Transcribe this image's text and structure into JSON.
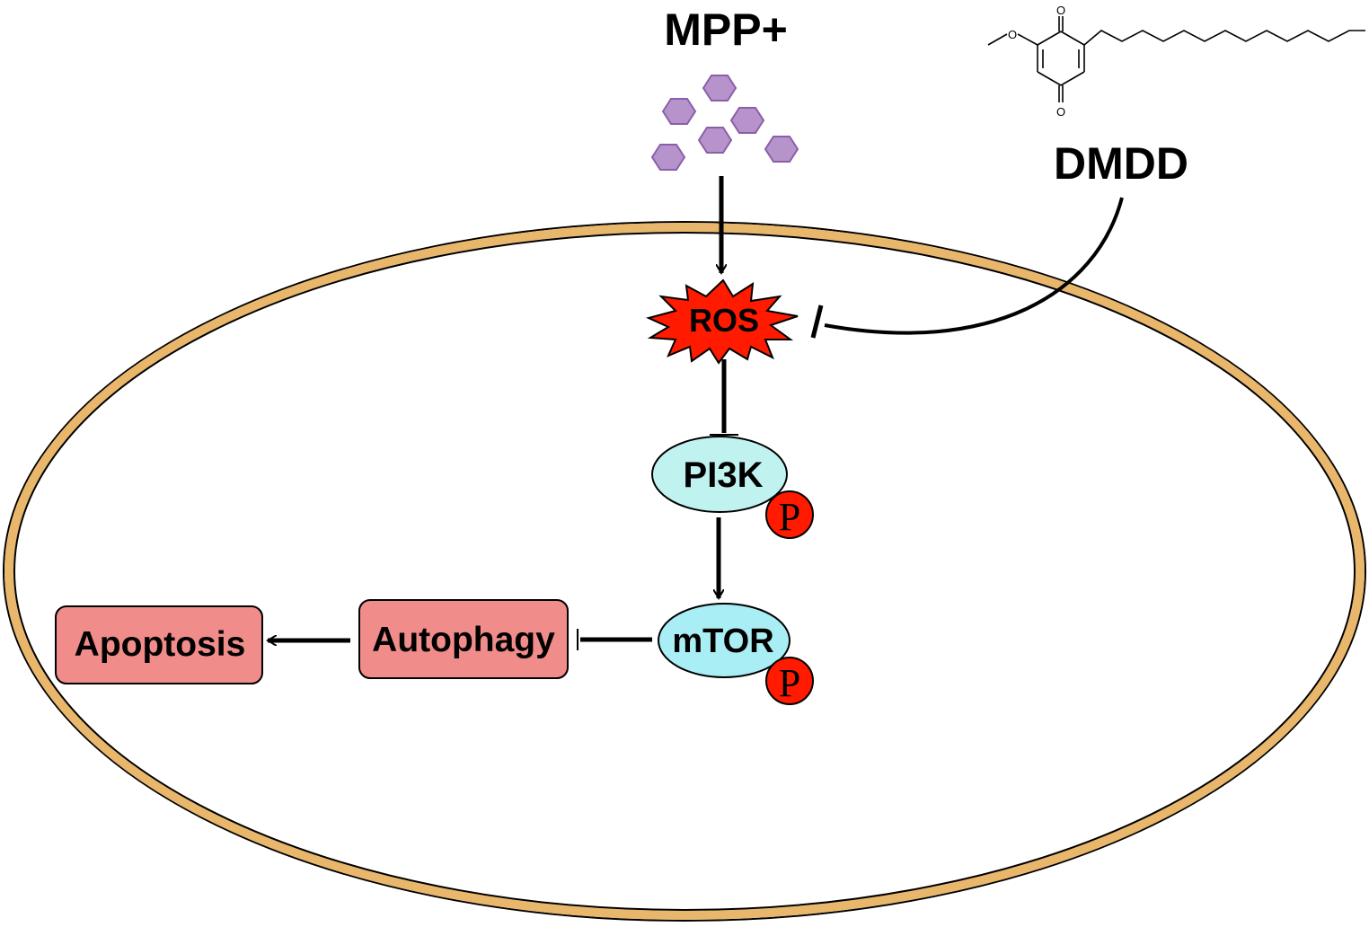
{
  "inputs": {
    "mpp_label": "MPP+",
    "dmdd_label": "DMDD"
  },
  "molecule": {
    "oxygen_symbol": "O"
  },
  "nodes": {
    "ros": "ROS",
    "pi3k": "PI3K",
    "mtor": "mTOR",
    "autophagy": "Autophagy",
    "apoptosis": "Apoptosis",
    "phospho_symbol": "P"
  },
  "colors": {
    "membrane": "#e9b76c",
    "mpp_hexagon": "#b793cc",
    "mpp_hexagon_stroke": "#8a5fa8",
    "ros_burst": "#ff1a00",
    "pi3k_fill": "#c0f2f0",
    "mtor_fill": "#a9eef5",
    "process_box": "#f08c8a",
    "phospho_circle": "#ff1a00",
    "line": "#000000"
  },
  "relations": [
    {
      "from": "MPP+",
      "to": "ROS",
      "type": "activation"
    },
    {
      "from": "DMDD",
      "to": "ROS",
      "type": "inhibition"
    },
    {
      "from": "ROS",
      "to": "PI3K",
      "type": "inhibition"
    },
    {
      "from": "PI3K",
      "to": "mTOR",
      "type": "activation"
    },
    {
      "from": "mTOR",
      "to": "Autophagy",
      "type": "inhibition"
    },
    {
      "from": "Autophagy",
      "to": "Apoptosis",
      "type": "activation"
    }
  ]
}
